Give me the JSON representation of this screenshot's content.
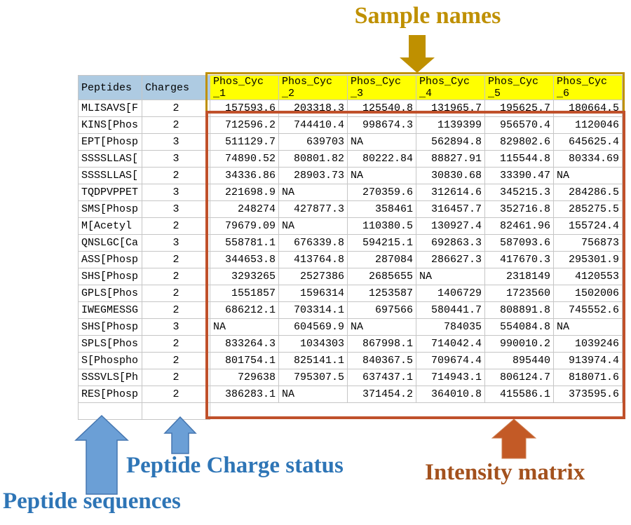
{
  "annotations": {
    "sample_names": "Sample names",
    "peptide_sequences": "Peptide sequences",
    "peptide_charge_status": "Peptide Charge status",
    "intensity_matrix": "Intensity matrix"
  },
  "table": {
    "peptide_col_header": "Peptides",
    "charge_col_header": "Charges",
    "sample_headers": [
      "Phos_Cyc_1",
      "Phos_Cyc_2",
      "Phos_Cyc_3",
      "Phos_Cyc_4",
      "Phos_Cyc_5",
      "Phos_Cyc_6"
    ],
    "rows": [
      {
        "peptide": "MLISAVS[F",
        "charge": "2",
        "values": [
          "157593.6",
          "203318.3",
          "125540.8",
          "131965.7",
          "195625.7",
          "180664.5"
        ]
      },
      {
        "peptide": "KINS[Phos",
        "charge": "2",
        "values": [
          "712596.2",
          "744410.4",
          "998674.3",
          "1139399",
          "956570.4",
          "1120046"
        ]
      },
      {
        "peptide": "EPT[Phosp",
        "charge": "3",
        "values": [
          "511129.7",
          "639703",
          "NA",
          "562894.8",
          "829802.6",
          "645625.4"
        ]
      },
      {
        "peptide": "SSSSLLAS[",
        "charge": "3",
        "values": [
          "74890.52",
          "80801.82",
          "80222.84",
          "88827.91",
          "115544.8",
          "80334.69"
        ]
      },
      {
        "peptide": "SSSSLLAS[",
        "charge": "2",
        "values": [
          "34336.86",
          "28903.73",
          "NA",
          "30830.68",
          "33390.47",
          "NA"
        ]
      },
      {
        "peptide": "TQDPVPPET",
        "charge": "3",
        "values": [
          "221698.9",
          "NA",
          "270359.6",
          "312614.6",
          "345215.3",
          "284286.5"
        ]
      },
      {
        "peptide": "SMS[Phosp",
        "charge": "3",
        "values": [
          "248274",
          "427877.3",
          "358461",
          "316457.7",
          "352716.8",
          "285275.5"
        ]
      },
      {
        "peptide": "M[Acetyl",
        "charge": "2",
        "values": [
          "79679.09",
          "NA",
          "110380.5",
          "130927.4",
          "82461.96",
          "155724.4"
        ]
      },
      {
        "peptide": "QNSLGC[Ca",
        "charge": "3",
        "values": [
          "558781.1",
          "676339.8",
          "594215.1",
          "692863.3",
          "587093.6",
          "756873"
        ]
      },
      {
        "peptide": "ASS[Phosp",
        "charge": "2",
        "values": [
          "344653.8",
          "413764.8",
          "287084",
          "286627.3",
          "417670.3",
          "295301.9"
        ]
      },
      {
        "peptide": "SHS[Phosp",
        "charge": "2",
        "values": [
          "3293265",
          "2527386",
          "2685655",
          "NA",
          "2318149",
          "4120553"
        ]
      },
      {
        "peptide": "GPLS[Phos",
        "charge": "2",
        "values": [
          "1551857",
          "1596314",
          "1253587",
          "1406729",
          "1723560",
          "1502006"
        ]
      },
      {
        "peptide": "IWEGMESSG",
        "charge": "2",
        "values": [
          "686212.1",
          "703314.1",
          "697566",
          "580441.7",
          "808891.8",
          "745552.6"
        ]
      },
      {
        "peptide": "SHS[Phosp",
        "charge": "3",
        "values": [
          "NA",
          "604569.9",
          "NA",
          "784035",
          "554084.8",
          "NA"
        ]
      },
      {
        "peptide": "SPLS[Phos",
        "charge": "2",
        "values": [
          "833264.3",
          "1034303",
          "867998.1",
          "714042.4",
          "990010.2",
          "1039246"
        ]
      },
      {
        "peptide": "S[Phospho",
        "charge": "2",
        "values": [
          "801754.1",
          "825141.1",
          "840367.5",
          "709674.4",
          "895440",
          "913974.4"
        ]
      },
      {
        "peptide": "SSSVLS[Ph",
        "charge": "2",
        "values": [
          "729638",
          "795307.5",
          "637437.1",
          "714943.1",
          "806124.7",
          "818071.6"
        ]
      },
      {
        "peptide": "RES[Phosp",
        "charge": "2",
        "values": [
          "386283.1",
          "NA",
          "371454.2",
          "364010.8",
          "415586.1",
          "373595.6"
        ]
      }
    ]
  },
  "colors": {
    "header_blue": "#AECBE2",
    "header_yellow": "#FFFF00",
    "gold": "#BF9000",
    "blue_annotation_text": "#2E75B6",
    "blue_arrow_fill": "#6B9FD6",
    "blue_arrow_stroke": "#4576B0",
    "orange_arrow_fill": "#C35A26",
    "red_matrix_box": "#C0512B",
    "brown_annotation_text": "#A3511D",
    "grid_line": "#C6C6C6"
  }
}
